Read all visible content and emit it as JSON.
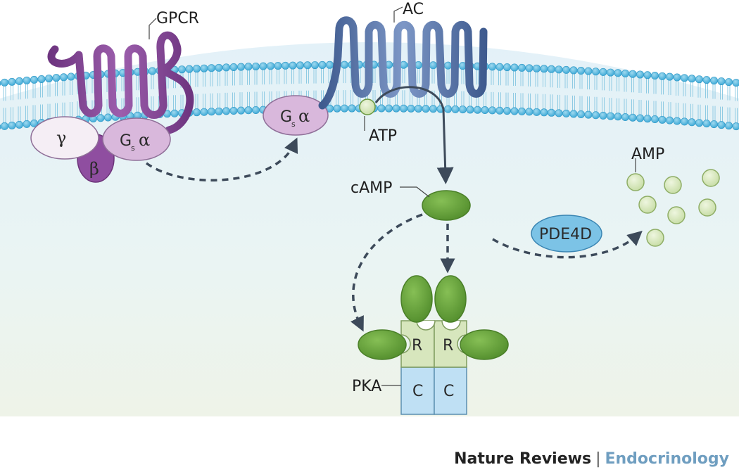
{
  "labels": {
    "gpcr": "GPCR",
    "ac": "AC",
    "atp": "ATP",
    "camp": "cAMP",
    "amp": "AMP",
    "pde4d": "PDE4D",
    "pka": "PKA",
    "regulatory": "R",
    "catalytic": "C",
    "gamma": "γ",
    "beta": "β",
    "g": "G",
    "s": "s",
    "alpha": "α"
  },
  "footer": {
    "publisher": "Nature Reviews",
    "separator": "|",
    "journal": "Endocrinology"
  },
  "colors": {
    "membrane_head": "#4cb8e0",
    "gpcr": "#7b3f8c",
    "ac": "#5571a6",
    "gs_alpha": "#d9b8dc",
    "camp": "#5f9a35",
    "amp": "#d6e7bb",
    "pde4d": "#7cc3e6",
    "pka_r": "#d7e6bd",
    "pka_c": "#bfe0f4"
  }
}
